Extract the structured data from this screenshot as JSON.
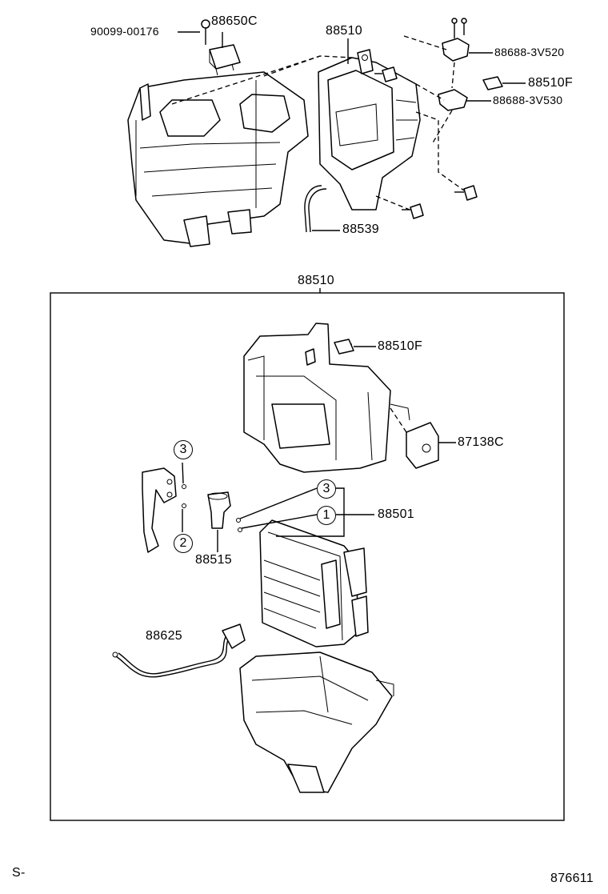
{
  "labels": {
    "p90099": "90099-00176",
    "p88650C": "88650C",
    "p88510_top": "88510",
    "p88688_520": "88688-3V520",
    "p88510F_top": "88510F",
    "p88688_530": "88688-3V530",
    "p88539": "88539",
    "p88510_box": "88510",
    "p88510F_box": "88510F",
    "p87138C": "87138C",
    "p88501": "88501",
    "p88515": "88515",
    "p88625": "88625"
  },
  "callouts": {
    "c3_left": "3",
    "c2_left": "2",
    "c3_right": "3",
    "c1_right": "1"
  },
  "footer": {
    "left_code": "S-",
    "right_code": "876611"
  }
}
